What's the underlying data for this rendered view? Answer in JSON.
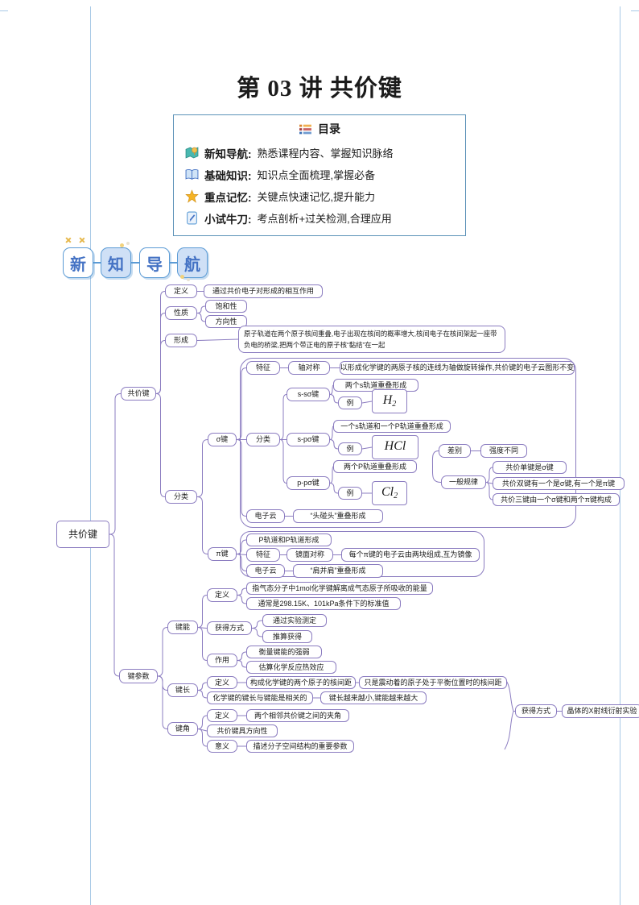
{
  "page": {
    "title": "第 03 讲 共价键"
  },
  "toc": {
    "header": "目录",
    "items": [
      {
        "icon": "map-pin-icon",
        "label": "新知导航:",
        "text": "熟悉课程内容、掌握知识脉络"
      },
      {
        "icon": "book-icon",
        "label": "基础知识:",
        "text": "知识点全面梳理,掌握必备"
      },
      {
        "icon": "star-icon",
        "label": "重点记忆:",
        "text": "关键点快速记忆,提升能力"
      },
      {
        "icon": "tablet-pen-icon",
        "label": "小试牛刀:",
        "text": "考点剖析+过关检测,合理应用"
      }
    ]
  },
  "section_badges": [
    "新",
    "知",
    "导",
    "航"
  ],
  "colors": {
    "mindmap_line": "#8b7cc0",
    "badge_blue": "#4472c4",
    "badge_border": "#5b9bd5",
    "toc_border": "#5c92b8"
  },
  "mindmap": {
    "root": "共价键",
    "covalent": "共价键",
    "def": "定义",
    "def_text": "通过共价电子对形成的相互作用",
    "prop": "性质",
    "prop_sat": "饱和性",
    "prop_dir": "方向性",
    "form": "形成",
    "form_text": "原子轨道在两个原子核间重叠,电子出现在核间的概率增大,核间电子在核间架起一座带负电的桥梁,把两个带正电的原子核“黏结”在一起",
    "cls": "分类",
    "sigma": {
      "label": "σ键",
      "feature": "特征",
      "axial": "轴对称",
      "axial_text": "以形成化学键的两原子核的连线为轴做旋转操作,共价键的电子云图形不变",
      "cls": "分类",
      "ss": "s-sσ键",
      "ss_text": "两个s轨道重叠形成",
      "example": "例",
      "sp": "s-pσ键",
      "sp_text": "一个s轨道和一个P轨道重叠形成",
      "pp": "p-pσ键",
      "pp_text": "两个P轨道重叠形成",
      "cloud": "电子云",
      "cloud_text": "“头碰头”重叠形成"
    },
    "compare": {
      "diff": "差别",
      "diff_text": "强度不同",
      "rule": "一般规律",
      "rule1": "共价单键是σ键",
      "rule2": "共价双键有一个是σ键,有一个是π键",
      "rule3": "共价三键由一个σ键和两个π键构成"
    },
    "pi": {
      "label": "π键",
      "form_text": "P轨道和P轨道形成",
      "feature": "特征",
      "mirror": "镜面对称",
      "mirror_text": "每个π键的电子云由两块组成,互为镜像",
      "cloud": "电子云",
      "cloud_text": "“肩并肩”重叠形成"
    },
    "params": {
      "label": "键参数",
      "energy": {
        "label": "键能",
        "def": "定义",
        "def1": "指气态分子中1mol化学键解离成气态原子所吸收的能量",
        "def2": "通常是298.15K、101kPa条件下的标准值",
        "get": "获得方式",
        "get1": "通过实验测定",
        "get2": "推算获得",
        "use": "作用",
        "use1": "衡量键能的强弱",
        "use2": "估算化学反应热效应"
      },
      "length": {
        "label": "键长",
        "def": "定义",
        "def1": "构成化学键的两个原子的核间距",
        "def2": "只是震动着的原子处于平衡位置时的核间距",
        "rel": "化学键的键长与键能是相关的",
        "rel2": "键长越来越小,键能越来越大"
      },
      "angle": {
        "label": "键角",
        "def": "定义",
        "def1": "两个相邻共价键之间的夹角",
        "dir": "共价键具方向性",
        "mean": "意义",
        "mean1": "描述分子空间结构的重要参数"
      },
      "obtain": {
        "label": "获得方式",
        "text": "晶体的X射线衍射实验"
      }
    },
    "formulas": {
      "h2": {
        "base": "H",
        "sub": "2"
      },
      "hcl": {
        "base": "HCl",
        "sub": ""
      },
      "cl2": {
        "base": "Cl",
        "sub": "2"
      }
    }
  }
}
